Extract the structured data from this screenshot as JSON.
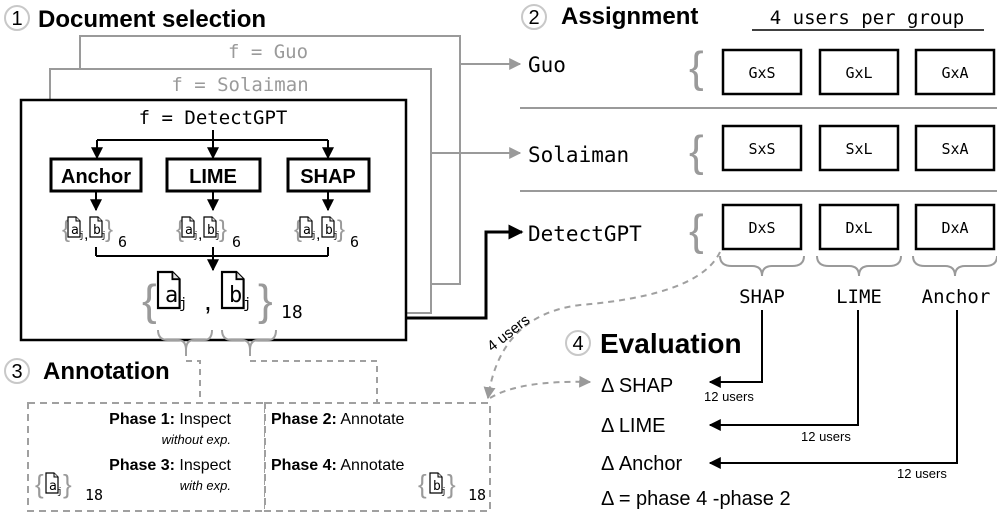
{
  "sections": {
    "s1": {
      "num": "1",
      "title": "Document selection"
    },
    "s2": {
      "num": "2",
      "title": "Assignment",
      "note": "4 users per group"
    },
    "s3": {
      "num": "3",
      "title": "Annotation"
    },
    "s4": {
      "num": "4",
      "title": "Evaluation"
    }
  },
  "detectors": {
    "guo": "f = Guo",
    "solaiman": "f = Solaiman",
    "detectgpt": "f = DetectGPT"
  },
  "methods": {
    "anchor": "Anchor",
    "lime": "LIME",
    "shap": "SHAP"
  },
  "docs": {
    "a": "a",
    "b": "b",
    "sub": "j",
    "comma": ",",
    "count6": "6",
    "count18": "18"
  },
  "assignment": {
    "rows": [
      {
        "label": "Guo",
        "groups": [
          "GxS",
          "GxL",
          "GxA"
        ]
      },
      {
        "label": "Solaiman",
        "groups": [
          "SxS",
          "SxL",
          "SxA"
        ]
      },
      {
        "label": "DetectGPT",
        "groups": [
          "DxS",
          "DxL",
          "DxA"
        ]
      }
    ],
    "columns": [
      "SHAP",
      "LIME",
      "Anchor"
    ]
  },
  "flow": {
    "users4": "4 users",
    "users12": "12 users"
  },
  "phases": {
    "p1_bold": "Phase 1:",
    "p1_text": "Inspect",
    "p1_sub": "without exp.",
    "p3_bold": "Phase 3:",
    "p3_text": "Inspect",
    "p3_sub": "with exp.",
    "p2_bold": "Phase 2:",
    "p2_text": "Annotate",
    "p4_bold": "Phase 4:",
    "p4_text": "Annotate"
  },
  "evaluation": {
    "d_shap": "Δ SHAP",
    "d_lime": "Δ LIME",
    "d_anchor": "Δ Anchor",
    "formula": "Δ = phase 4 -phase 2"
  },
  "colors": {
    "black": "#000000",
    "gray": "#9a9a9a",
    "dash": "#a0a0a0",
    "circle": "#c8c8c8"
  }
}
